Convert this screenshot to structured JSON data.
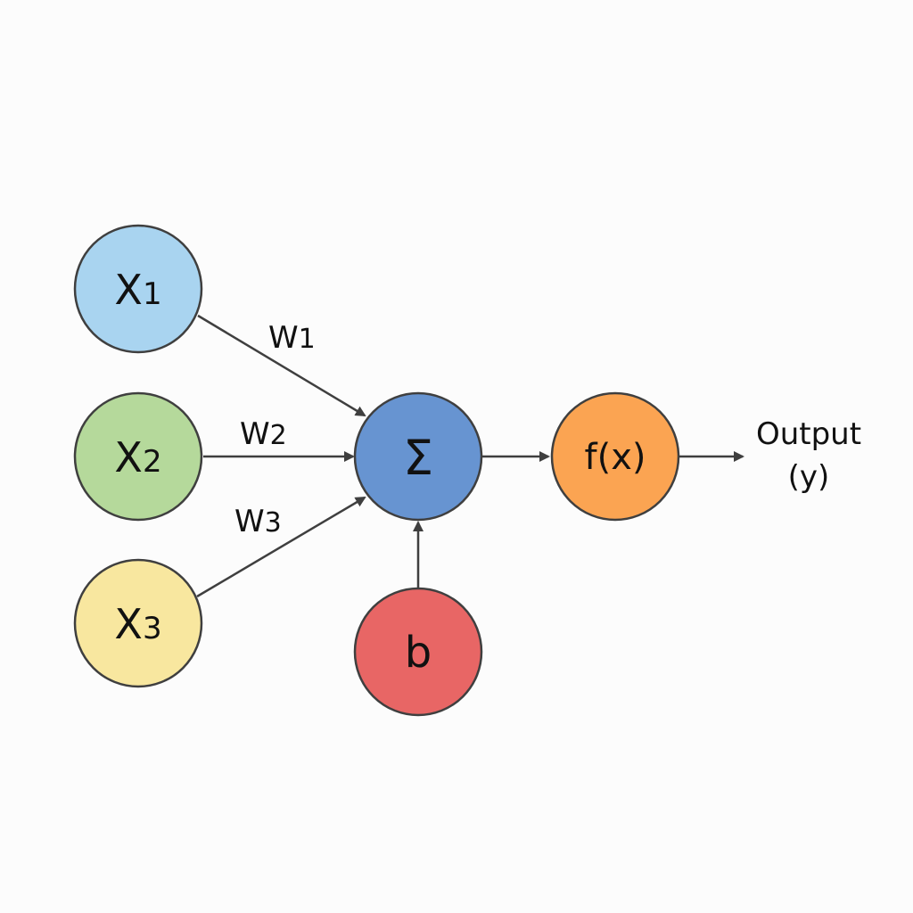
{
  "nodes": {
    "x1": {
      "label": "X",
      "sub": "1",
      "color": "#a9d4f0"
    },
    "x2": {
      "label": "X",
      "sub": "2",
      "color": "#b5d99b"
    },
    "x3": {
      "label": "X",
      "sub": "3",
      "color": "#f8e79f"
    },
    "sum": {
      "label": "Σ",
      "color": "#6794d1"
    },
    "activation": {
      "label": "f(x)",
      "color": "#fba452"
    },
    "bias": {
      "label": "b",
      "color": "#e86665"
    }
  },
  "weights": {
    "w1": {
      "label": "W",
      "sub": "1"
    },
    "w2": {
      "label": "W",
      "sub": "2"
    },
    "w3": {
      "label": "W",
      "sub": "3"
    }
  },
  "output": {
    "line1": "Output",
    "line2": "(y)"
  },
  "colors": {
    "stroke": "#3f3f3f",
    "arrow": "#3f3f3f",
    "background": "#fcfcfc"
  }
}
